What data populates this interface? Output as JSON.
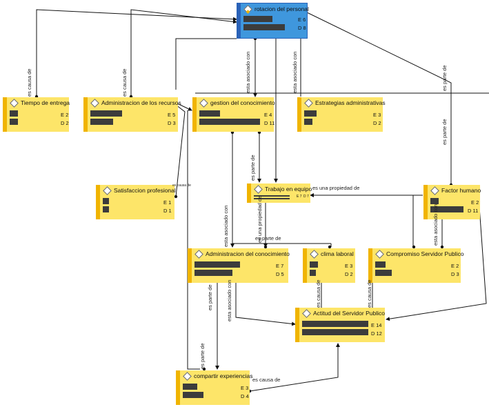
{
  "nodes": {
    "rotacion": {
      "title": "rotacion del personal",
      "e": "E 6",
      "d": "D 8",
      "bar1": 0.7,
      "bar2": 1.0
    },
    "tiempo": {
      "title": "Tiempo de entrega",
      "e": "E 2",
      "d": "D 2",
      "bar1": 0.3,
      "bar2": 0.3
    },
    "admin_rec": {
      "title": "Administracion de los recursos",
      "e": "E 5",
      "d": "D 3",
      "bar1": 1.0,
      "bar2": 0.7
    },
    "gestion": {
      "title": "gestion del conocimiento",
      "e": "E 4",
      "d": "D 11",
      "bar1": 0.36,
      "bar2": 1.0
    },
    "estrategias": {
      "title": "Estrategias administrativas",
      "e": "E 3",
      "d": "D 2",
      "bar1": 1.0,
      "bar2": 0.67
    },
    "satisfaccion": {
      "title": "Satisfaccion profesional",
      "e": "E 1",
      "d": "D 1",
      "bar1": 1.0,
      "bar2": 1.0
    },
    "trabajo": {
      "title": "Trabajo en equipo",
      "e": "E 7",
      "d": "D 7",
      "bar1": 1.0,
      "bar2": 1.0
    },
    "factor": {
      "title": "Factor humano",
      "e": "E 2",
      "d": "D 11",
      "bar1": 0.18,
      "bar2": 1.0
    },
    "admin_con": {
      "title": "Administracion del conocimiento",
      "e": "E 7",
      "d": "D 5",
      "bar1": 1.0,
      "bar2": 0.71
    },
    "clima": {
      "title": "clima laboral",
      "e": "E 3",
      "d": "D 2",
      "bar1": 1.0,
      "bar2": 0.67
    },
    "compromiso": {
      "title": "Compromiso Servidor Publico",
      "e": "E 2",
      "d": "D 3",
      "bar1": 0.67,
      "bar2": 1.0
    },
    "actitud": {
      "title": "Actitud del Servidor Publico",
      "e": "E 14",
      "d": "D 12",
      "bar1": 1.0,
      "bar2": 0.86
    },
    "compartir": {
      "title": "compartir experiencias",
      "e": "E 3",
      "d": "D 4",
      "bar1": 0.75,
      "bar2": 1.0
    }
  },
  "relations": {
    "causa_tiempo": "es causa de",
    "causa_admin": "es causa de",
    "asociado_rot1": "esta asociado con",
    "asociado_rot2": "esta asociado con",
    "parte_factor1": "es parte de",
    "parte_factor2": "es parte de",
    "satisf": "es causa de",
    "parte_trabajo": "es parte de",
    "propiedad": "es una propiedad de",
    "asociado_gest": "esta asociado con",
    "propiedad_v": "es una propiedad de",
    "parte_admin": "es parte de",
    "asociado_factor": "esta asociado con",
    "parte_compartir1": "es parte de",
    "parte_compartir2": "es parte de",
    "asociado_actitud": "esta asociado con",
    "causa_clima": "es causa de",
    "causa_compromiso": "es causa de",
    "causa_compartir": "es causa de"
  }
}
